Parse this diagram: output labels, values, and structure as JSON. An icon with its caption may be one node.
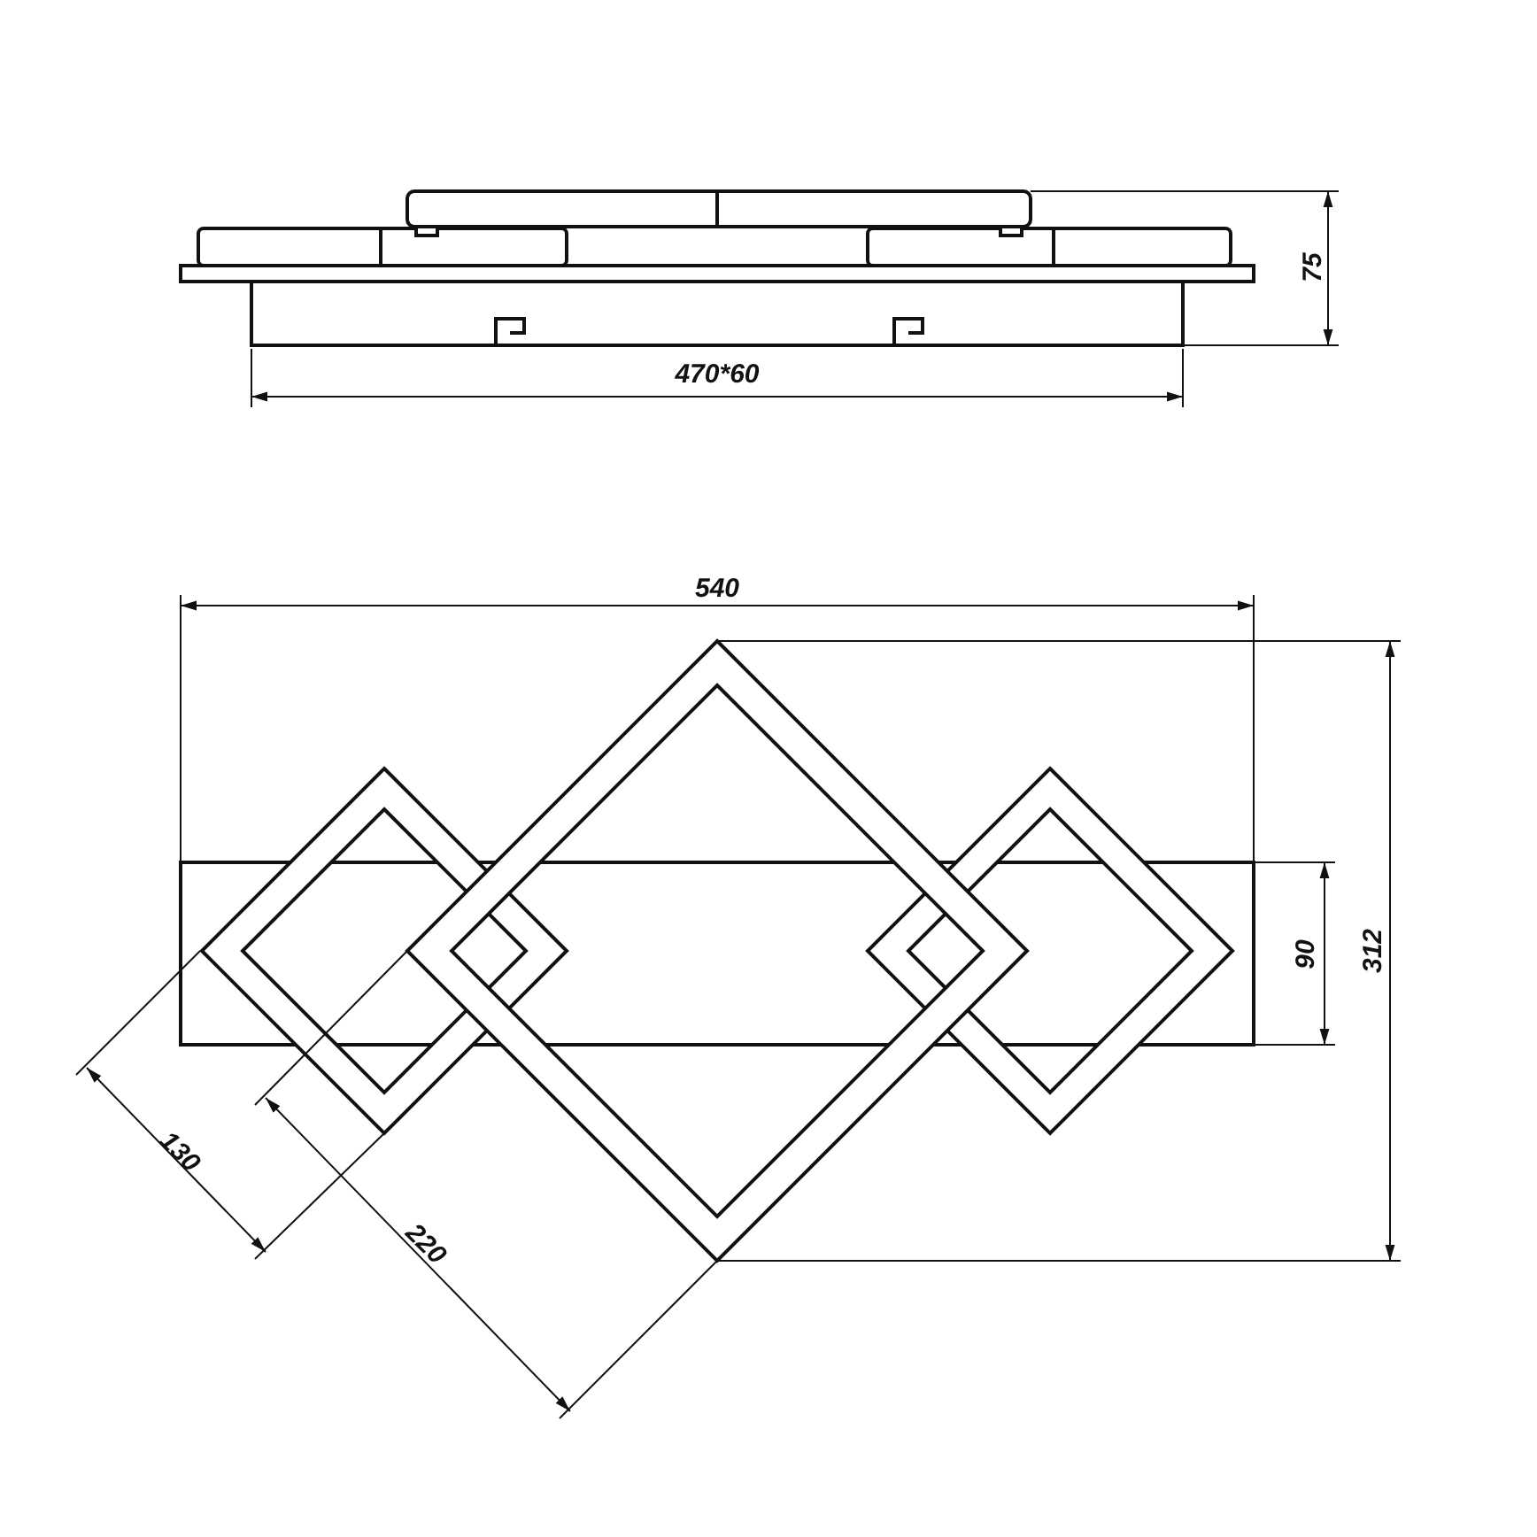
{
  "diagram": {
    "labels": [
      "75",
      "470*60",
      "540",
      "90",
      "312",
      "130",
      "220"
    ]
  }
}
